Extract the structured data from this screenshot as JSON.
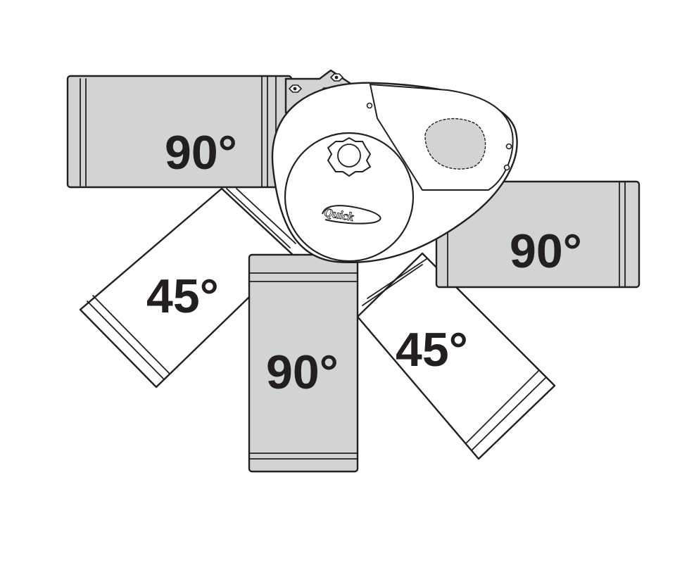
{
  "diagram": {
    "motor_positions": [
      {
        "id": "upper-left",
        "angle_label": "90°",
        "fill": "#d1d3d4"
      },
      {
        "id": "right",
        "angle_label": "90°",
        "fill": "#d1d3d4"
      },
      {
        "id": "lower-left-diagonal",
        "angle_label": "45°",
        "fill": "#ffffff"
      },
      {
        "id": "bottom",
        "angle_label": "90°",
        "fill": "#d1d3d4"
      },
      {
        "id": "lower-right-diagonal",
        "angle_label": "45°",
        "fill": "#ffffff"
      }
    ],
    "brand_logo": "Quick",
    "colors": {
      "outline": "#231f20",
      "motor_fill": "#d1d3d4",
      "background": "#ffffff"
    }
  }
}
